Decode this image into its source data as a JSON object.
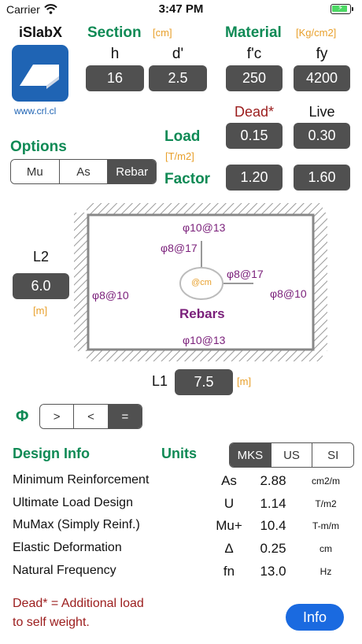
{
  "status": {
    "carrier": "Carrier",
    "time": "3:47 PM"
  },
  "app": {
    "name": "iSlabX",
    "url": "www.crl.cl"
  },
  "section": {
    "title": "Section",
    "unit": "[cm]",
    "h_label": "h",
    "h_value": "16",
    "d_label": "d'",
    "d_value": "2.5"
  },
  "material": {
    "title": "Material",
    "unit": "[Kg/cm2]",
    "fc_label": "f'c",
    "fc_value": "250",
    "fy_label": "fy",
    "fy_value": "4200"
  },
  "load": {
    "load_label": "Load",
    "unit": "[T/m2]",
    "factor_label": "Factor",
    "dead_label": "Dead*",
    "live_label": "Live",
    "dead_value": "0.15",
    "live_value": "0.30",
    "dead_factor": "1.20",
    "live_factor": "1.60"
  },
  "options": {
    "title": "Options",
    "items": [
      "Mu",
      "As",
      "Rebar"
    ],
    "selected": "Rebar"
  },
  "slab": {
    "l2_label": "L2",
    "l2_value": "6.0",
    "l2_unit": "[m]",
    "l1_label": "L1",
    "l1_value": "7.5",
    "l1_unit": "[m]",
    "rebar_top": "φ10@13",
    "rebar_bottom": "φ10@13",
    "rebar_left": "φ8@10",
    "rebar_right": "φ8@10",
    "rebar_center_v": "φ8@17",
    "rebar_center_h": "φ8@17",
    "center_tag": "@cm",
    "rebars_title": "Rebars"
  },
  "phi": {
    "symbol": "Φ",
    "buttons": [
      ">",
      "<",
      "="
    ],
    "selected": "="
  },
  "design": {
    "title": "Design Info",
    "units_title": "Units",
    "units": [
      "MKS",
      "US",
      "SI"
    ],
    "selected_unit": "MKS"
  },
  "results": [
    {
      "label": "Minimum Reinforcement",
      "symbol": "As",
      "value": "2.88",
      "unit": "cm2/m"
    },
    {
      "label": "Ultimate Load Design",
      "symbol": "U",
      "value": "1.14",
      "unit": "T/m2"
    },
    {
      "label": "MuMax (Simply Reinf.)",
      "symbol": "Mu+",
      "value": "10.4",
      "unit": "T-m/m"
    },
    {
      "label": "Elastic Deformation",
      "symbol": "Δ",
      "value": "0.25",
      "unit": "cm"
    },
    {
      "label": "Natural Frequency",
      "symbol": "fn",
      "value": "13.0",
      "unit": "Hz"
    }
  ],
  "footer": {
    "note_line1": "Dead* = Additional load",
    "note_line2": "to self weight.",
    "info_button": "Info"
  },
  "colors": {
    "accent_green": "#0f8a55",
    "unit_orange": "#e8a02c",
    "rebar_purple": "#7a1f7a",
    "note_red": "#9b1c1c",
    "info_blue": "#1a6ae0"
  }
}
